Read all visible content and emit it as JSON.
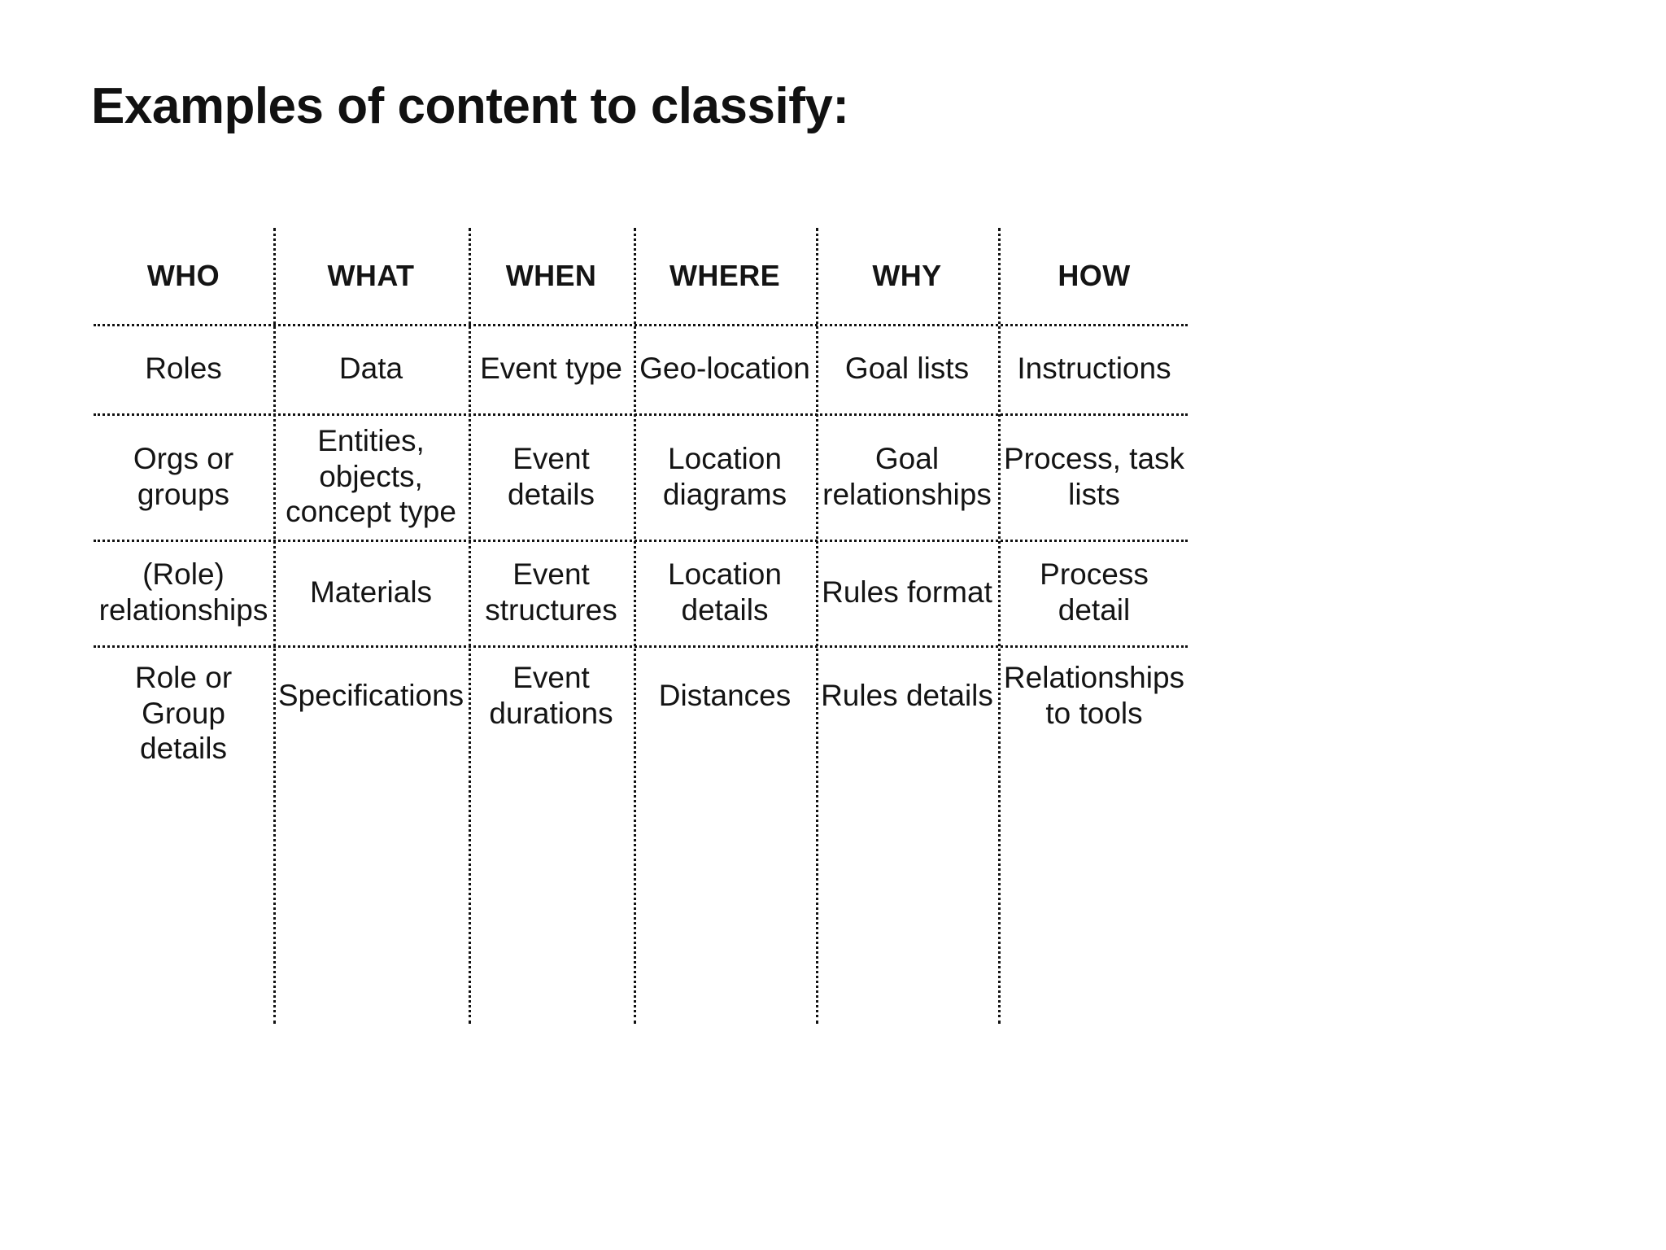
{
  "slide": {
    "title": "Examples of content to classify:",
    "background_color": "#ffffff",
    "text_color": "#141414",
    "grid_color": "#111111"
  },
  "table": {
    "headers": [
      "WHO",
      "WHAT",
      "WHEN",
      "WHERE",
      "WHY",
      "HOW"
    ],
    "rows": [
      {
        "who": "Roles",
        "what": "Data",
        "when": "Event type",
        "where": "Geo-location",
        "why": "Goal lists",
        "how": "Instructions"
      },
      {
        "who": "Orgs or\ngroups",
        "what": "Entities,\nobjects,\nconcept type",
        "when": "Event details",
        "where": "Location\ndiagrams",
        "why": "Goal\nrelationships",
        "how": "Process, task\nlists"
      },
      {
        "who": "(Role)\nrelationships",
        "what": "Materials",
        "when": "Event\nstructures",
        "where": "Location\ndetails",
        "why": "Rules format",
        "how": "Process\ndetail"
      },
      {
        "who": "Role or\nGroup details",
        "what": "Specifications",
        "when": "Event\ndurations",
        "where": "Distances",
        "why": "Rules details",
        "how": "Relationships\nto tools"
      }
    ]
  }
}
